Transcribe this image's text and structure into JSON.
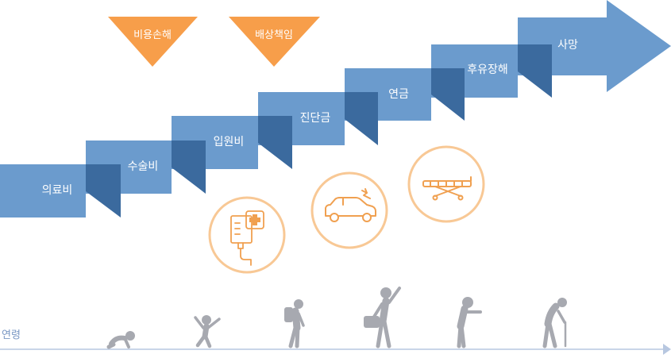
{
  "steps": [
    {
      "label": "의료비"
    },
    {
      "label": "수술비"
    },
    {
      "label": "입원비"
    },
    {
      "label": "진단금"
    },
    {
      "label": "연금"
    },
    {
      "label": "후유장해"
    },
    {
      "label": "사망"
    }
  ],
  "liability": [
    {
      "label": "비용손해"
    },
    {
      "label": "배상책임"
    }
  ],
  "axis": {
    "label": "연령"
  },
  "icons": [
    "iv-drip-icon",
    "car-accident-icon",
    "stretcher-icon"
  ],
  "life_stages": [
    "baby-crawling-icon",
    "child-jumping-icon",
    "student-backpack-icon",
    "adult-briefcase-icon",
    "senior-bent-icon",
    "elderly-cane-icon"
  ],
  "colors": {
    "step_blue": "#6b9bcd",
    "step_fold": "#3b6a9e",
    "triangle_orange": "#f79e4a",
    "circle_orange": "#f8c895",
    "icon_orange": "#f0a050",
    "figure_gray": "#a7a9b0",
    "axis_blue": "#b7c7e0"
  }
}
